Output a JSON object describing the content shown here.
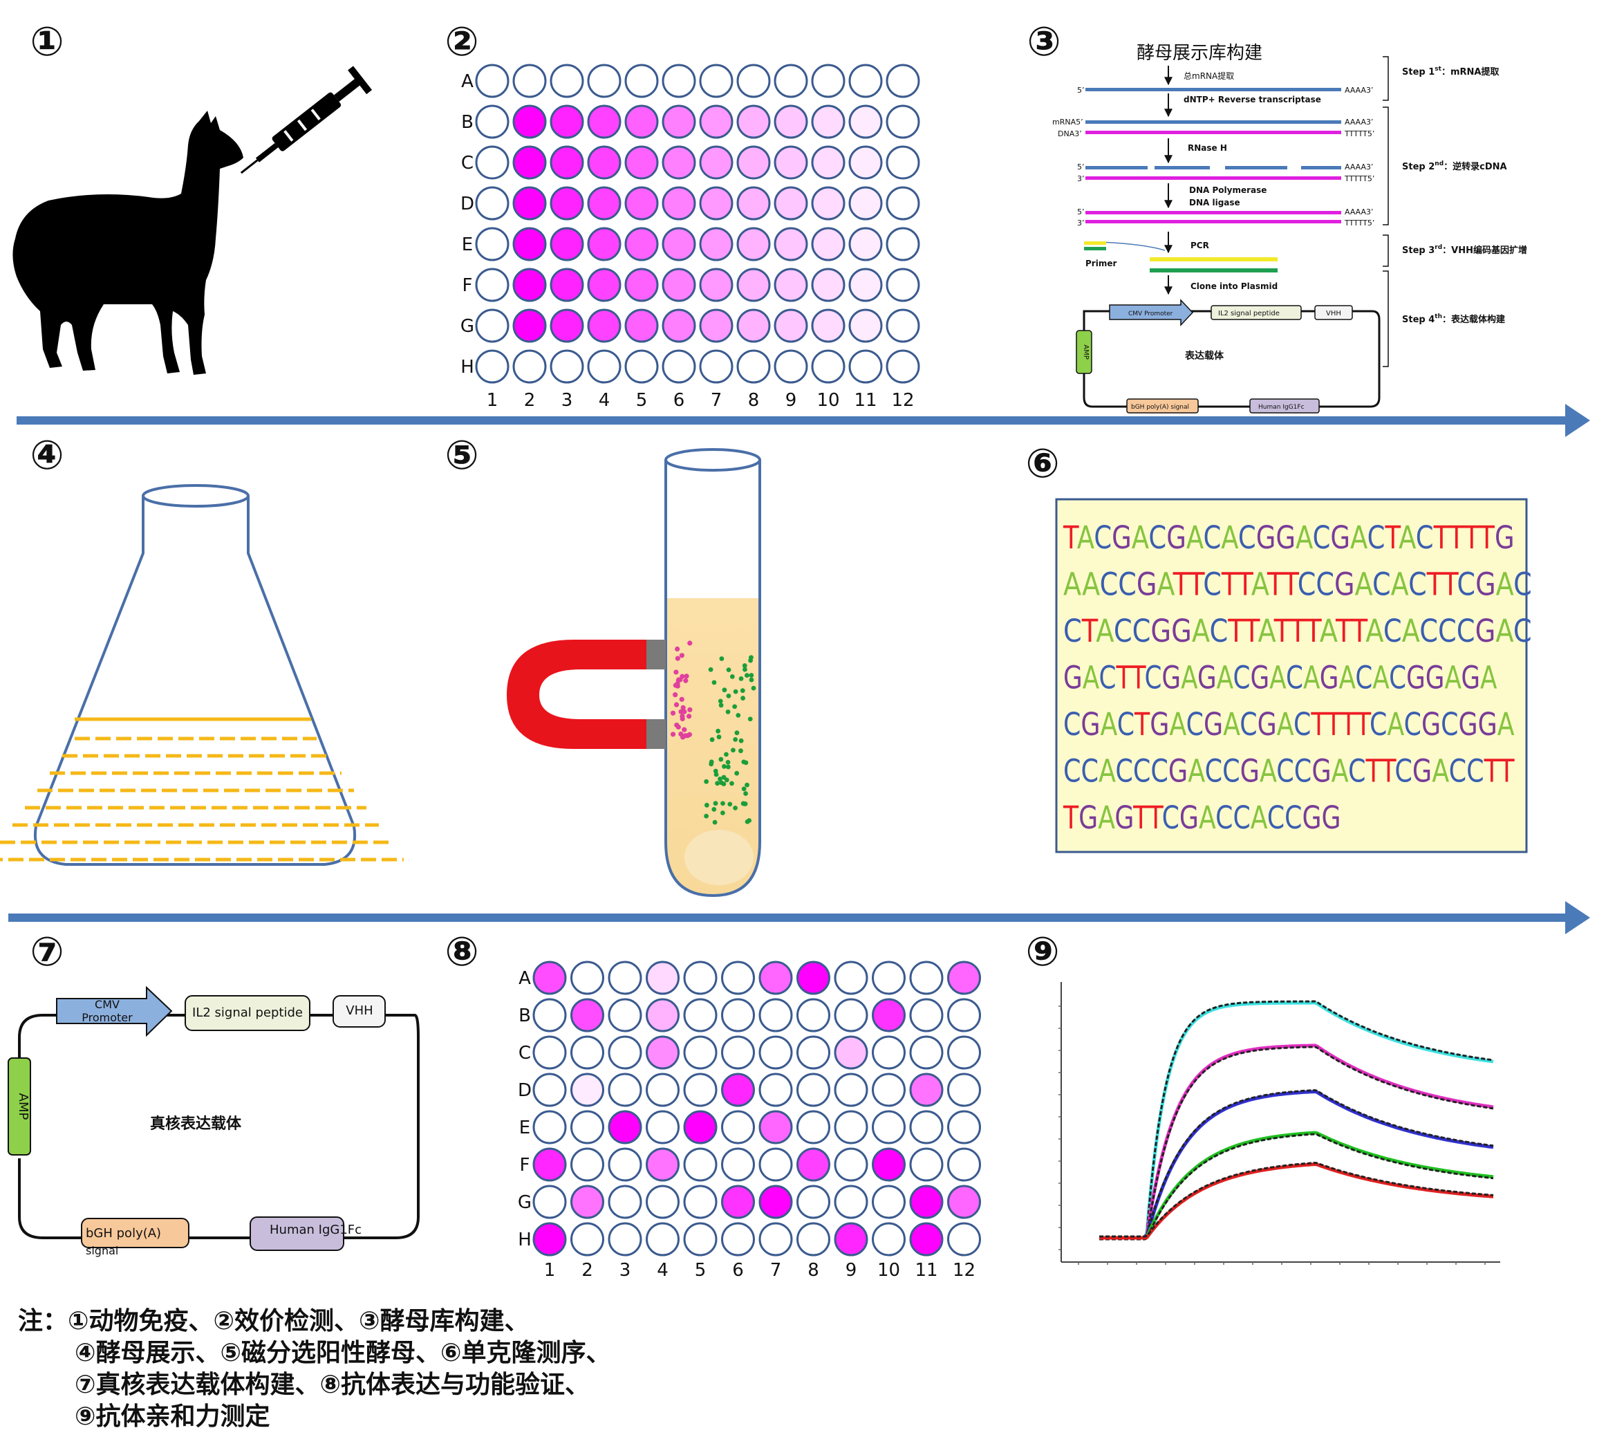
{
  "badges": [
    "①",
    "②",
    "③",
    "④",
    "⑤",
    "⑥",
    "⑦",
    "⑧",
    "⑨"
  ],
  "colors": {
    "arrow": "#4a7ab8",
    "magenta": "#ff00ff",
    "mrna_blue": "#4a7ab8",
    "dna_magenta": "#e020e0",
    "primer_yellow": "#f2ea2a",
    "primer_green": "#1ea050",
    "liquid_yellow": "#f5b817",
    "seq_panel_bg": "#fdfbcc",
    "magnet_red": "#e8141c",
    "dot_pink": "#e0409e",
    "dot_green": "#1a9e3a",
    "base_T": "#ee1c24",
    "base_A": "#86c440",
    "base_C": "#3a5eb0",
    "base_G": "#7a3c98"
  },
  "icons": {
    "animal": "alpaca-icon",
    "syringe": "syringe-icon",
    "flask": "flask-icon",
    "tube": "test-tube-icon",
    "magnet": "magnet-icon"
  },
  "plate2": {
    "rows": [
      "A",
      "B",
      "C",
      "D",
      "E",
      "F",
      "G",
      "H"
    ],
    "cols": [
      "1",
      "2",
      "3",
      "4",
      "5",
      "6",
      "7",
      "8",
      "9",
      "10",
      "11",
      "12"
    ],
    "gradient": [
      1.0,
      0.86,
      0.74,
      0.62,
      0.5,
      0.4,
      0.3,
      0.22,
      0.14,
      0.08
    ]
  },
  "plate8": {
    "rows": [
      "A",
      "B",
      "C",
      "D",
      "E",
      "F",
      "G",
      "H"
    ],
    "cols": [
      "1",
      "2",
      "3",
      "4",
      "5",
      "6",
      "7",
      "8",
      "9",
      "10",
      "11",
      "12"
    ],
    "levels": [
      [
        0.7,
        0,
        0,
        0.15,
        0,
        0,
        0.6,
        1.0,
        0,
        0,
        0,
        0.6
      ],
      [
        0,
        0.7,
        0,
        0.3,
        0,
        0,
        0,
        0,
        0,
        0.8,
        0,
        0
      ],
      [
        0,
        0,
        0,
        0.45,
        0,
        0,
        0,
        0,
        0.25,
        0,
        0,
        0
      ],
      [
        0,
        0.08,
        0,
        0,
        0,
        0.85,
        0,
        0,
        0,
        0,
        0.55,
        0
      ],
      [
        0,
        0,
        1.0,
        0,
        1.0,
        0,
        0.6,
        0,
        0,
        0,
        0,
        0
      ],
      [
        0.85,
        0,
        0,
        0.55,
        0,
        0,
        0,
        0.75,
        0,
        1.0,
        0,
        0
      ],
      [
        0,
        0.55,
        0,
        0,
        0,
        0.8,
        1.0,
        0,
        0,
        0,
        1.0,
        0.6
      ],
      [
        1.0,
        0,
        0,
        0,
        0,
        0,
        0,
        0,
        0.85,
        0,
        1.0,
        0
      ]
    ]
  },
  "library": {
    "title": "酵母展示库构建",
    "steps": [
      {
        "label": "总mRNA提取"
      },
      {
        "label": "dNTP+ Reverse transcriptase"
      },
      {
        "label": "RNase H"
      },
      {
        "label": "DNA Polymerase"
      },
      {
        "label": "DNA ligase"
      },
      {
        "label": "PCR"
      },
      {
        "label": "Clone into Plasmid"
      }
    ],
    "strand_labels": {
      "five": "5’",
      "three": "3’",
      "mrna5": "mRNA5’",
      "dna3": "DNA3’",
      "aaaa": "AAAA3’",
      "ttttt": "TTTTT5’"
    },
    "primer": "Primer",
    "side_steps": [
      {
        "pre": "Step 1",
        "sup": "st",
        "post": "：mRNA提取"
      },
      {
        "pre": "Step 2",
        "sup": "nd",
        "post": "：逆转录cDNA"
      },
      {
        "pre": "Step 3",
        "sup": "rd",
        "post": "：VHH编码基因扩增"
      },
      {
        "pre": "Step 4",
        "sup": "th",
        "post": "：表达载体构建"
      }
    ],
    "vector": {
      "cmv": "CMV Promoter",
      "il2": "IL2 signal peptide",
      "vhh": "VHH",
      "amp": "AMP",
      "center": "表达载体",
      "bgh": "bGH poly(A) signal",
      "fc": "Human IgG1Fc"
    }
  },
  "sequence": [
    "TACGACGACACGGACGACTACTTTTG",
    "AACCGATTCTTATTCCGACACTTCGAC",
    "CTACCGGACTTATTTATTACACCCGAC",
    "GACTTCGAGACGACAGACACGGAGA",
    "CGACTGACGACGACTTTTCACGCGGA",
    "CCACCCGACCGACCGACTTCGACCTT",
    "TGAGTTCGACCACCGG"
  ],
  "vector7": {
    "cmv_line1": "CMV",
    "cmv_line2": "Promoter",
    "il2": "IL2 signal peptide",
    "vhh": "VHH",
    "amp": "AMP",
    "center": "真核表达载体",
    "bgh_line1": "bGH poly(A)",
    "bgh_line2": "signal",
    "fc": "Human IgG1Fc"
  },
  "chart_data": {
    "type": "line",
    "title": "",
    "xlabel": "",
    "ylabel": "",
    "x_phases": {
      "baseline_end": 0.12,
      "association_end": 0.55,
      "end": 1.0
    },
    "series": [
      {
        "color": "#3ee0e0",
        "plateau": 1.0,
        "rate": 9.0,
        "decay": 0.75,
        "fit_color": "#222222"
      },
      {
        "color": "#e030c0",
        "plateau": 0.82,
        "rate": 6.0,
        "decay": 0.68,
        "fit_color": "#222222"
      },
      {
        "color": "#3030d0",
        "plateau": 0.63,
        "rate": 4.4,
        "decay": 0.62,
        "fit_color": "#222222"
      },
      {
        "color": "#20c020",
        "plateau": 0.46,
        "rate": 3.6,
        "decay": 0.58,
        "fit_color": "#222222"
      },
      {
        "color": "#e02020",
        "plateau": 0.33,
        "rate": 3.0,
        "decay": 0.56,
        "fit_color": "#222222"
      }
    ]
  },
  "note": {
    "lines": [
      "注：①动物免疫、②效价检测、③酵母库构建、",
      "④酵母展示、⑤磁分选阳性酵母、⑥单克隆测序、",
      "⑦真核表达载体构建、⑧抗体表达与功能验证、",
      "⑨抗体亲和力测定"
    ]
  }
}
